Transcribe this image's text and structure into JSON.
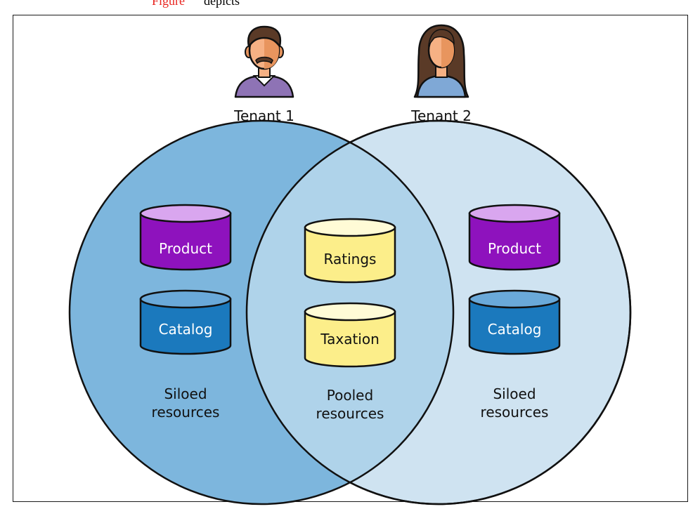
{
  "caption": {
    "text": "",
    "link": "Figure",
    "rest": "depicts"
  },
  "tenants": [
    {
      "label": "Tenant 1",
      "icon": "man-avatar-icon"
    },
    {
      "label": "Tenant 2",
      "icon": "woman-avatar-icon"
    }
  ],
  "circles": {
    "left": {
      "color": "#7db6dd",
      "label_line1": "Siloed",
      "label_line2": "resources"
    },
    "overlap": {
      "color": "#afd3ea",
      "label_line1": "Pooled",
      "label_line2": "resources"
    },
    "right": {
      "color": "#cfe3f1",
      "label_line1": "Siloed",
      "label_line2": "resources"
    }
  },
  "databases": {
    "left": [
      {
        "label": "Product",
        "color": "#8e12bd"
      },
      {
        "label": "Catalog",
        "color": "#1b79bd"
      }
    ],
    "center": [
      {
        "label": "Ratings",
        "color": "#fcee8a"
      },
      {
        "label": "Taxation",
        "color": "#fcee8a"
      }
    ],
    "right": [
      {
        "label": "Product",
        "color": "#8e12bd"
      },
      {
        "label": "Catalog",
        "color": "#1b79bd"
      }
    ]
  }
}
